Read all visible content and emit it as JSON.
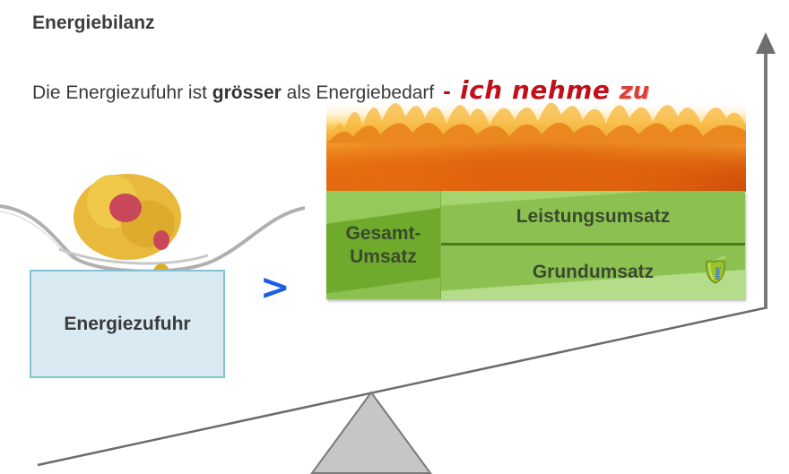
{
  "header": {
    "title": "Energiebilanz"
  },
  "statement": {
    "part1": "Die Energiezufuhr ist ",
    "emphasis": "grösser",
    "part2": " als Energiebedarf ",
    "dash": "-",
    "punchline": " ich nehme ",
    "punchline_end": "zu"
  },
  "left_side": {
    "image": "pasta-on-fork",
    "box_label": "Energiezufuhr",
    "box_color": "#daeaf2",
    "box_border": "#86c0d4"
  },
  "comparator": {
    "symbol": ">",
    "color": "#1a5ee8"
  },
  "right_side": {
    "image": "fire-flames",
    "total_label_line1": "Gesamt-",
    "total_label_line2": "Umsatz",
    "components": [
      {
        "label": "Leistungsumsatz"
      },
      {
        "label": "Grundumsatz"
      }
    ],
    "logo": "green-apple-logo",
    "colors": {
      "box": "#8cc152",
      "total": "#6faa2d",
      "divider": "#4a7a1a"
    }
  },
  "balance": {
    "fulcrum": "triangle",
    "tilt": "right-side-up",
    "arrow": "up-arrow",
    "line_color": "#6b6b6b",
    "fulcrum_color": "#c6c6c6"
  },
  "accent_colors": {
    "punchline": "#c0101a"
  }
}
